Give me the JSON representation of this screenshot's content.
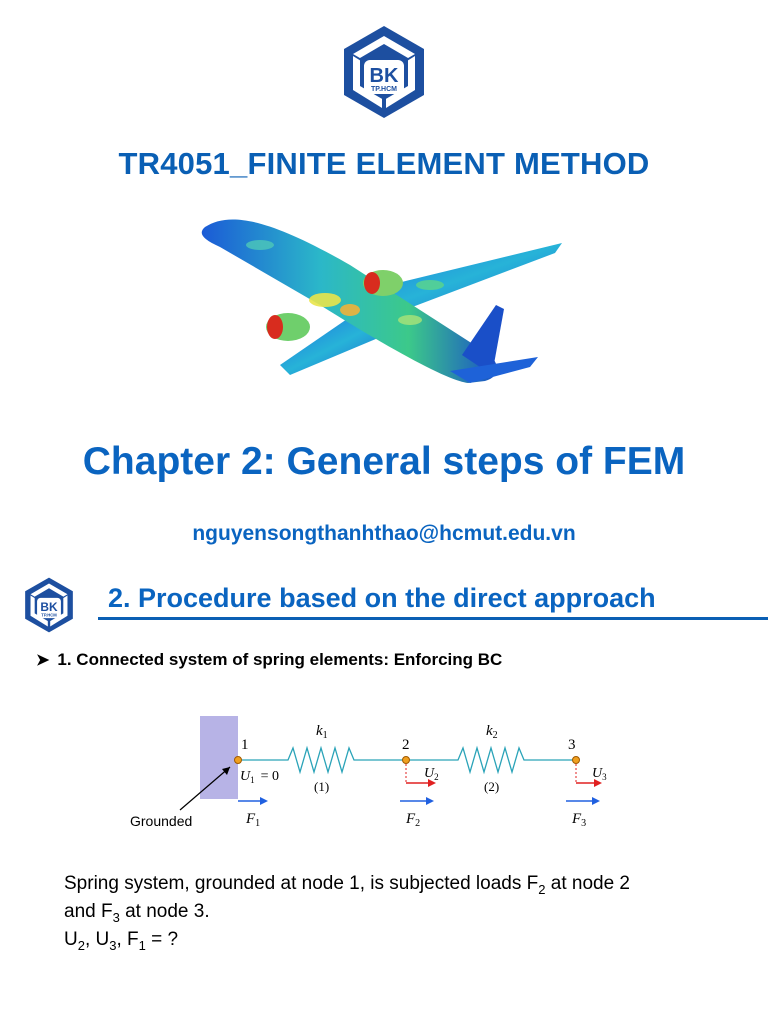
{
  "logo": {
    "text": "BK",
    "subtext": "TP.HCM"
  },
  "course_title": "TR4051_FINITE ELEMENT METHOD",
  "chapter_title": "Chapter 2: General steps of FEM",
  "email": "nguyensongthanhthao@hcmut.edu.vn",
  "section_title": "2. Procedure based on the direct approach",
  "bullet": "1. Connected system of spring elements: Enforcing BC",
  "figure": {
    "grounded_label": "Grounded",
    "nodes": [
      "1",
      "2",
      "3"
    ],
    "springs": [
      "k",
      "k"
    ],
    "spring_subs": [
      "1",
      "2"
    ],
    "element_labels": [
      "(1)",
      "(2)"
    ],
    "u1_eq": "= 0",
    "u_labels": [
      "U",
      "U",
      "U"
    ],
    "u_subs": [
      "1",
      "2",
      "3"
    ],
    "f_labels": [
      "F",
      "F",
      "F"
    ],
    "f_subs": [
      "1",
      "2",
      "3"
    ]
  },
  "problem": {
    "line1_a": "Spring system, grounded at node 1, is subjected loads F",
    "line1_sub": "2",
    "line1_b": " at node 2",
    "line2_a": "and F",
    "line2_sub": "3",
    "line2_b": " at node 3.",
    "line3_u": "U",
    "line3_u_sub": "2",
    "line3_sep1": ", U",
    "line3_u3_sub": "3",
    "line3_sep2": ", F",
    "line3_f_sub": "1",
    "line3_end": " = ?"
  },
  "colors": {
    "brand_blue": "#0a5fb4",
    "logo_blue": "#1d4fa0",
    "ground": "#b7b3e6"
  }
}
